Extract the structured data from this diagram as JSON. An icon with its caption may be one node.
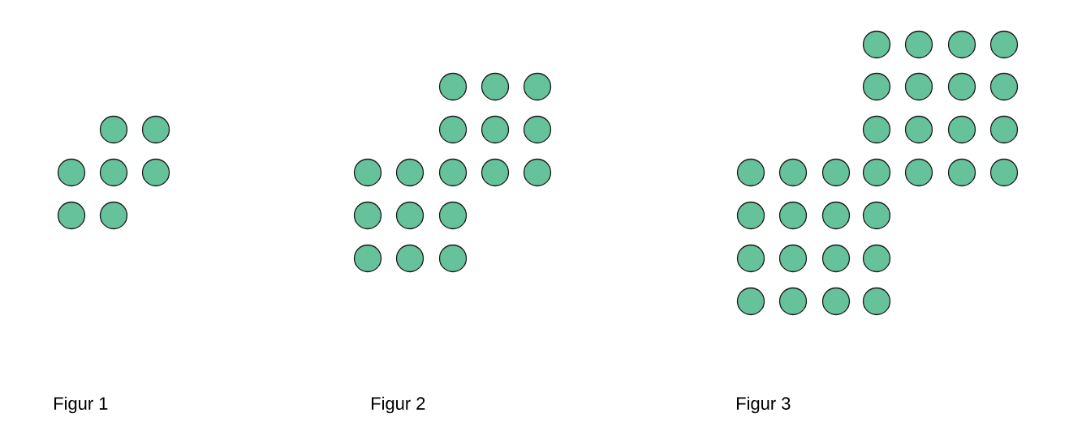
{
  "diagram": {
    "labels": [
      "Figur 1",
      "Figur 2",
      "Figur 3"
    ]
  }
}
